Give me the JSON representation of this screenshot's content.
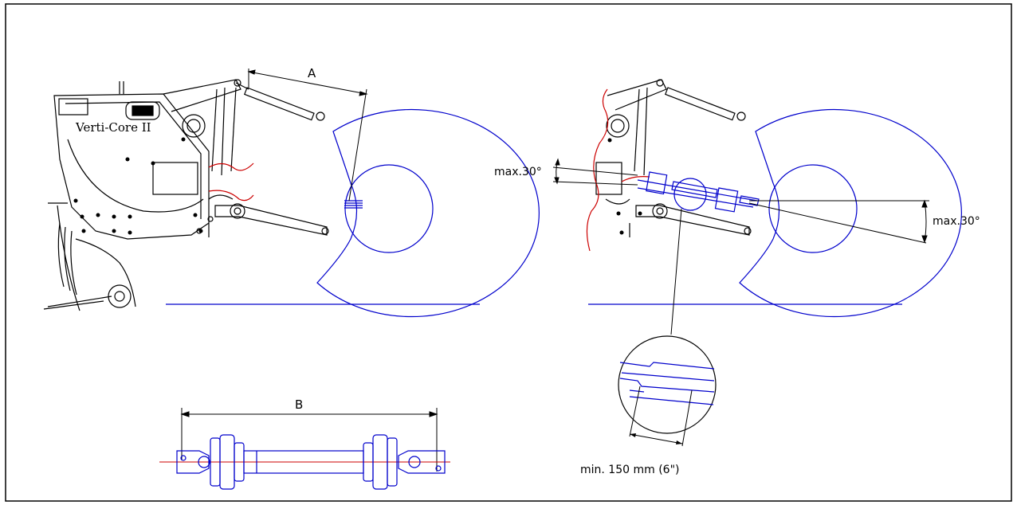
{
  "dimensions": {
    "a_label": "A",
    "b_label": "B",
    "angle_left_label": "max.30°",
    "angle_right_label": "max.30°",
    "overlap_label": "min. 150 mm (6\")"
  },
  "machine": {
    "brand_text": "Verti-Core II"
  },
  "colors": {
    "outline": "#000000",
    "tractor_tyre": "#0000cc",
    "ground": "#0000cc",
    "cut_edge": "#cc0000",
    "pto_shaft": "#0000cc",
    "centerline": "#cc0000"
  }
}
